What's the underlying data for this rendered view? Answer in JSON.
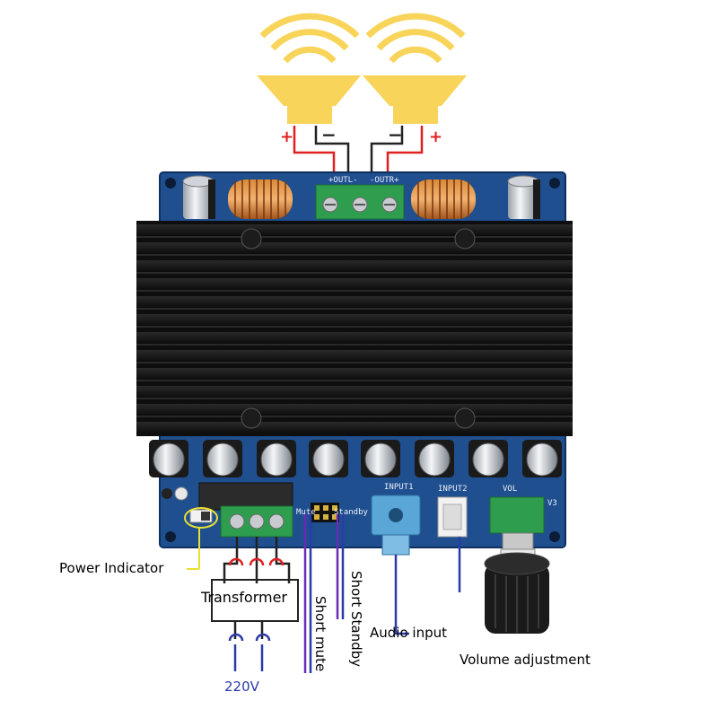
{
  "speakers": {
    "left": {
      "plus": "+",
      "minus": "−"
    },
    "right": {
      "minus": "−",
      "plus": "+"
    }
  },
  "board": {
    "output_left_label": "+OUTL-",
    "output_right_label": "-OUTR+",
    "input1_label": "INPUT1",
    "input2_label": "INPUT2",
    "mute_label": "Mute",
    "standby_label": "Standby",
    "vol_label": "VOL",
    "version_label": "V3"
  },
  "labels": {
    "power_indicator": "Power Indicator",
    "transformer": "Transformer",
    "voltage": "220V",
    "short_mute": "Short mute",
    "short_standby": "Short Standby",
    "audio_input": "Audio input",
    "volume_adjustment": "Volume adjustment"
  },
  "colors": {
    "speaker_fill": "#f8d45a",
    "pcb": "#1f4f8f",
    "heatsink": "#1a1a1a",
    "wire_red": "#e02020",
    "wire_blue": "#2a3aa8",
    "wire_purple": "#6a2ab8",
    "terminal_green": "#2e9e4e",
    "indicator_ring": "#e8e030"
  }
}
